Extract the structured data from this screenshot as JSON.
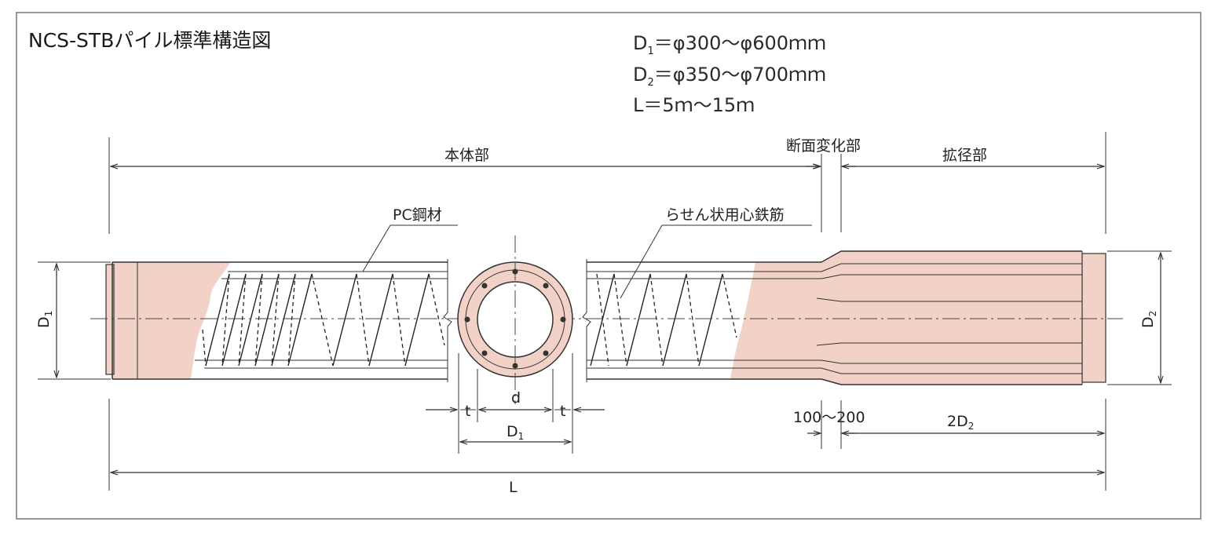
{
  "title": "NCS-STBパイル標準構造図",
  "specs": {
    "d1_range": {
      "main": "D",
      "sub": "1",
      "rest": "＝φ300〜φ600ｍｍ"
    },
    "d2_range": {
      "main": "D",
      "sub": "2",
      "rest": "＝φ350〜φ700ｍｍ"
    },
    "length_range": "L＝5ｍ〜15ｍ"
  },
  "sections": {
    "body": "本体部",
    "transition": "断面変化部",
    "enlarged": "拡径部"
  },
  "labels": {
    "pc_steel": "PC鋼材",
    "spiral_rebar": "らせん状用心鉄筋"
  },
  "dimensions": {
    "d1_main": "D",
    "d1_sub": "1",
    "d2_main": "D",
    "d2_sub": "2",
    "inner_d": "d",
    "t_left": "t",
    "t_right": "t",
    "xs_d1_main": "D",
    "xs_d1_sub": "1",
    "transition_len": "100〜200",
    "enlarged_len_main": "2D",
    "enlarged_len_sub": "2",
    "total_len": "L"
  },
  "colors": {
    "concrete": "#f2d2c7",
    "line": "#333333",
    "frame": "#666666"
  }
}
